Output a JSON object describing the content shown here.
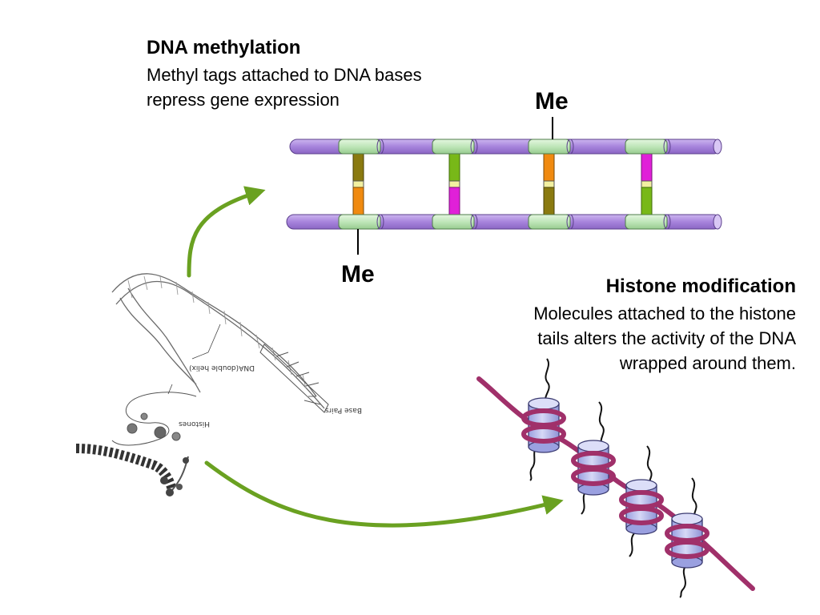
{
  "methylation": {
    "title": "DNA methylation",
    "line1": "Methyl tags attached to DNA bases",
    "line2": "repress gene expression"
  },
  "histone": {
    "title": "Histone modification",
    "line1": "Molecules attached to the histone",
    "line2": "tails alters the activity of the DNA",
    "line3": "wrapped around them."
  },
  "me_label": "Me",
  "chromosome_labels": {
    "double_helix": "DNA(double helix)",
    "base_pairs": "Base Pairs",
    "histones": "Histones"
  },
  "colors": {
    "backbone": "#b08ee0",
    "sugar": "#c4e8c0",
    "arrow": "#6aa121",
    "histone_dna": "#a0306a",
    "histone_core": "#bcc0ee",
    "base_olive": "#8a7a10",
    "base_orange": "#f08a10",
    "base_green": "#78b818",
    "base_magenta": "#e020d8"
  }
}
